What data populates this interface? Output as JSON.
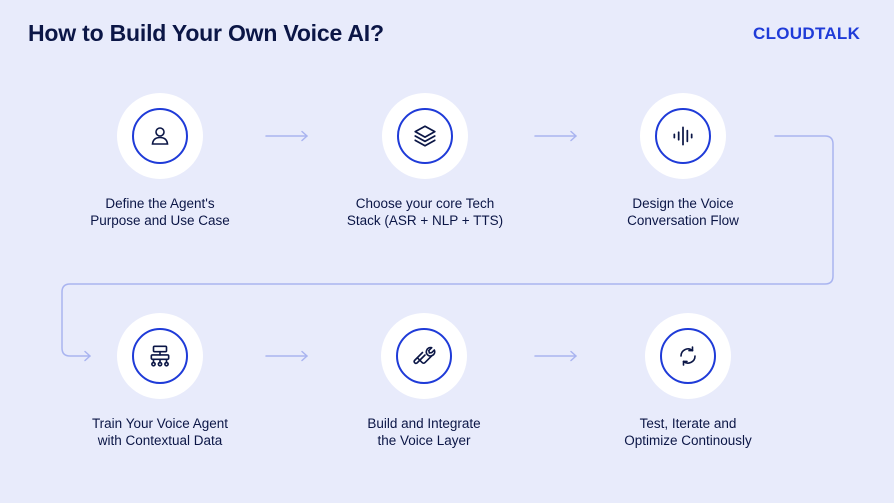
{
  "header": {
    "title": "How to Build Your Own Voice AI?",
    "logo": "CLOUDTALK"
  },
  "colors": {
    "background": "#e8ebfb",
    "accent": "#1f3bd8",
    "connector": "#a9b4f0",
    "text": "#0b1646"
  },
  "steps": [
    {
      "icon": "user-icon",
      "line1": "Define the Agent's",
      "line2": "Purpose and Use Case"
    },
    {
      "icon": "layers-icon",
      "line1": "Choose your core Tech",
      "line2": "Stack (ASR + NLP + TTS)"
    },
    {
      "icon": "soundwave-icon",
      "line1": "Design the Voice",
      "line2": "Conversation Flow"
    },
    {
      "icon": "hierarchy-icon",
      "line1": "Train Your Voice Agent",
      "line2": "with Contextual Data"
    },
    {
      "icon": "wrench-icon",
      "line1": "Build and Integrate",
      "line2": "the Voice Layer"
    },
    {
      "icon": "refresh-icon",
      "line1": "Test, Iterate and",
      "line2": "Optimize Continously"
    }
  ]
}
